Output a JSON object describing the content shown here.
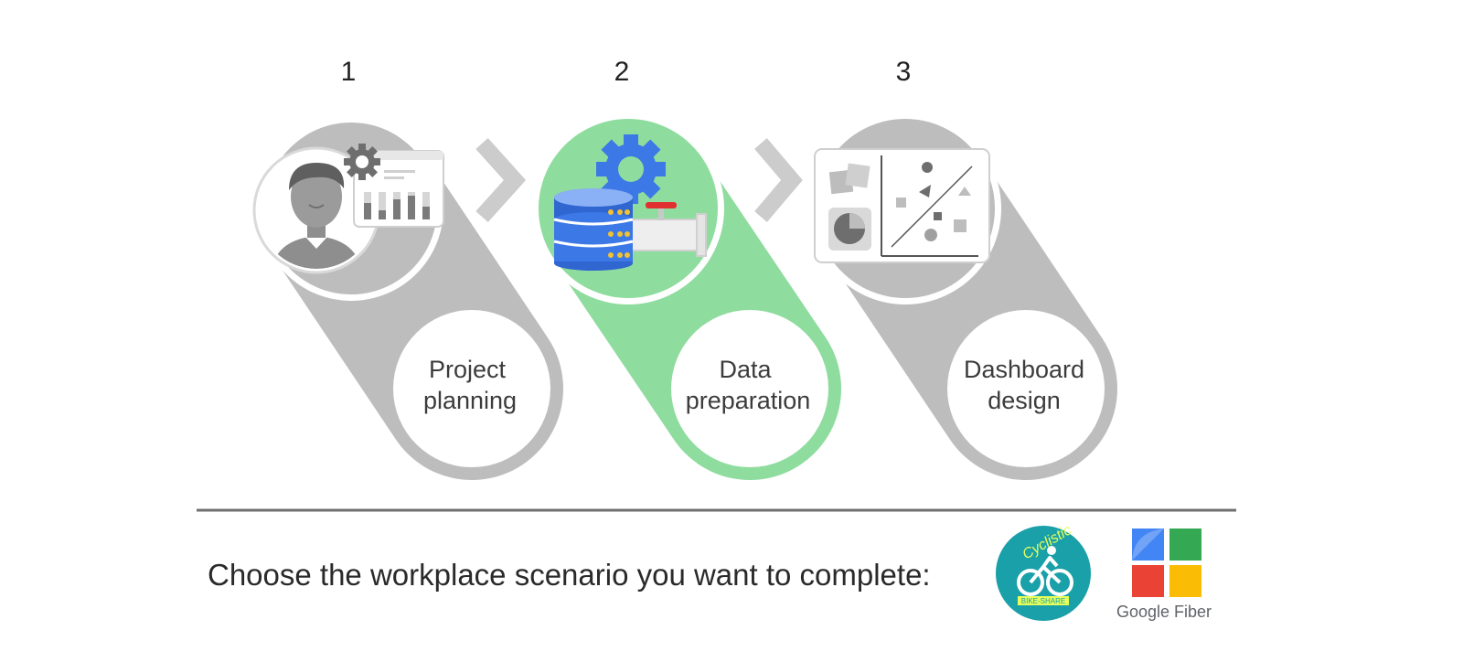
{
  "steps": [
    {
      "number": "1",
      "label_line1": "Project",
      "label_line2": "planning",
      "state": "default"
    },
    {
      "number": "2",
      "label_line1": "Data",
      "label_line2": "preparation",
      "state": "active"
    },
    {
      "number": "3",
      "label_line1": "Dashboard",
      "label_line2": "design",
      "state": "default"
    }
  ],
  "colors": {
    "gray_track": "#bdbdbd",
    "green_track": "#8fdc9f",
    "active_circle": "#8fdc9f",
    "text": "#3c3c3c",
    "divider": "#6f6f6f",
    "gear_blue": "#3c78e6",
    "db_blue": "#3c78e6",
    "cyclistic_teal": "#1aa0a8",
    "cyclistic_yellow": "#e6ff5a",
    "google_blue": "#4285f4",
    "google_green": "#34a853",
    "google_red": "#ea4335",
    "google_yellow": "#fbbc05"
  },
  "icons": {
    "step1": "person-with-dashboard-icon",
    "step2": "database-gear-pipe-icon",
    "step3": "scatter-plot-dashboard-icon",
    "arrow": "chevron-right-icon"
  },
  "footer": {
    "prompt": "Choose the workplace scenario you want to complete:",
    "options": [
      {
        "logo": "cyclistic-logo",
        "text_top": "Cyclistic",
        "text_bottom": "BIKE-SHARE"
      },
      {
        "logo": "google-fiber-logo",
        "text": "Google Fiber"
      }
    ]
  }
}
